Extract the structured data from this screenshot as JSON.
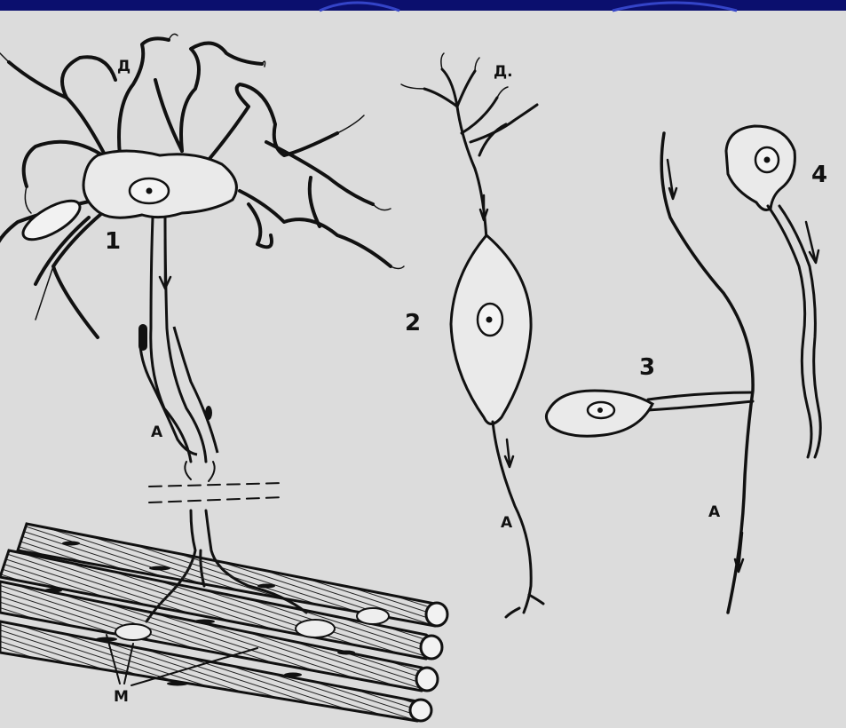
{
  "labels": {
    "neuron1": "1",
    "neuron2": "2",
    "neuron3": "3",
    "neuron4": "4",
    "dendrite_1": "Д",
    "dendrite_2": "Д.",
    "axon_1": "А",
    "axon_2": "А",
    "axon_3": "А",
    "muscle": "М"
  },
  "colors": {
    "banner": "#0b0f6e",
    "paper": "#dcdcdc",
    "ink": "#111111"
  }
}
